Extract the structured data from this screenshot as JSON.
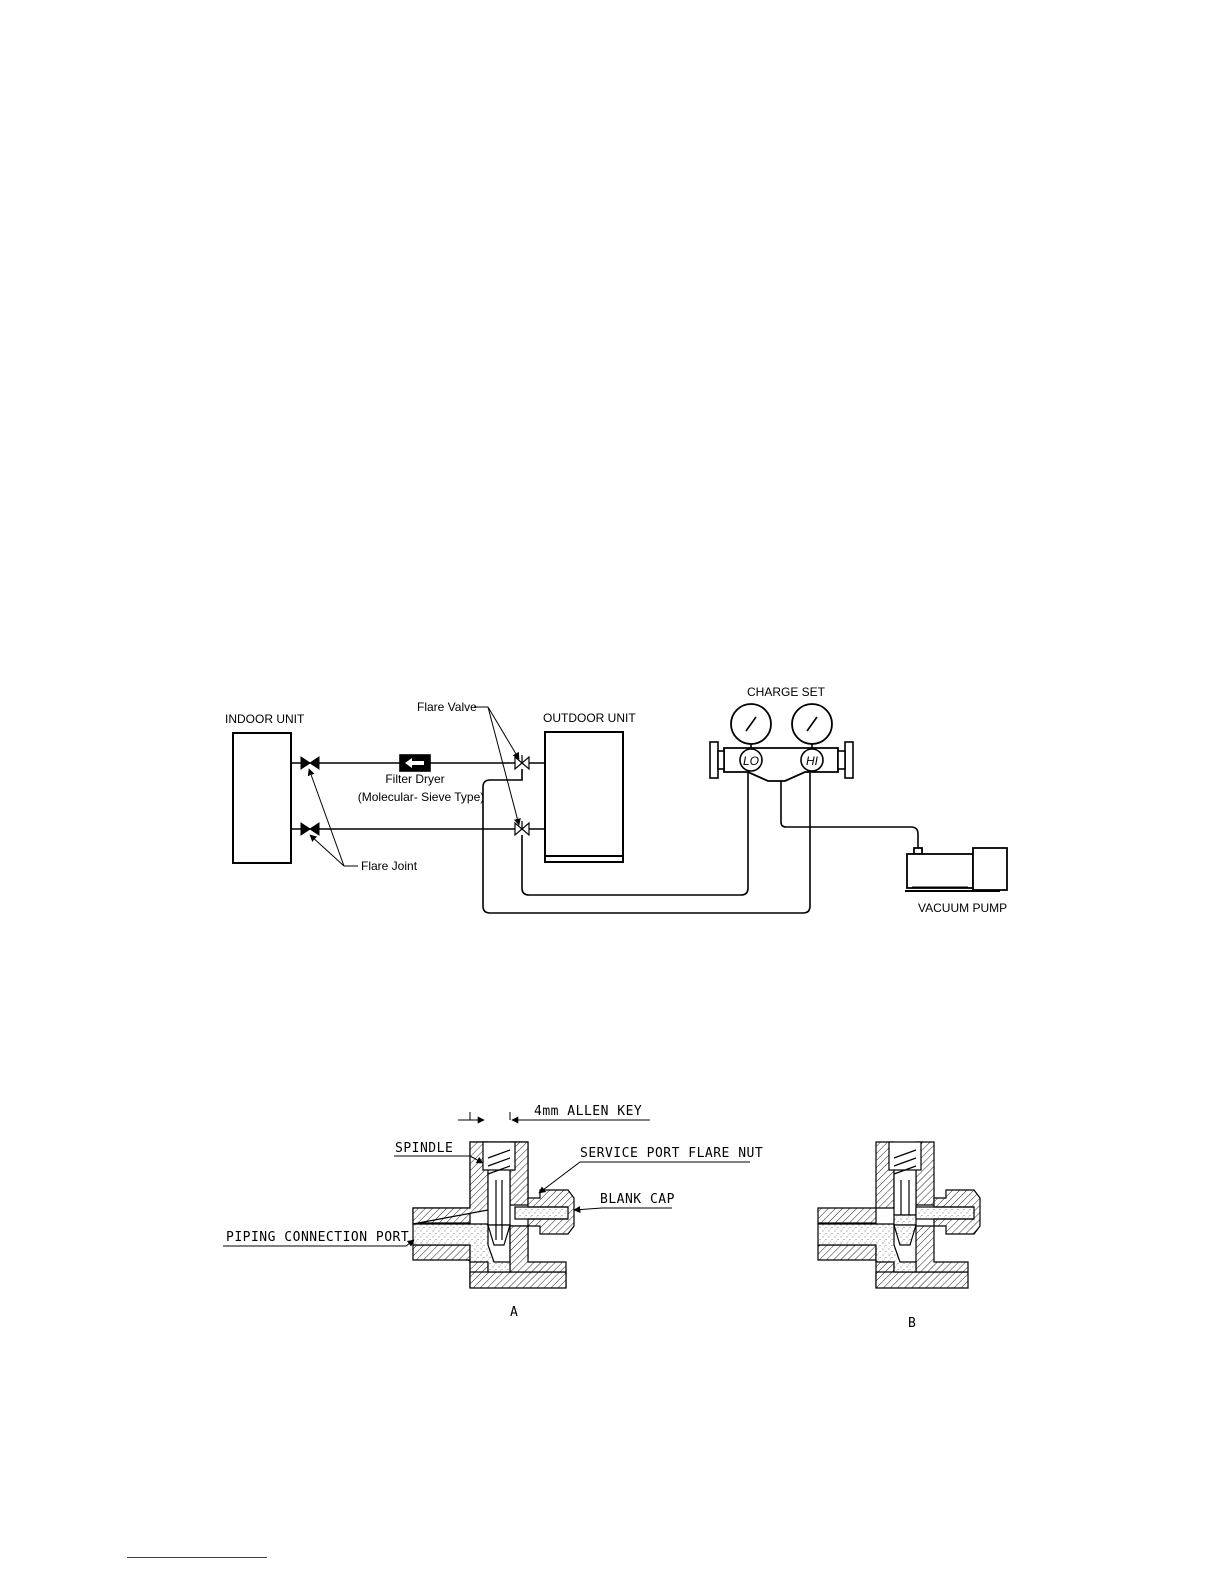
{
  "diagram1": {
    "indoor_unit": "INDOOR UNIT",
    "outdoor_unit": "OUTDOOR UNIT",
    "flare_valve": "Flare Valve",
    "flare_joint": "Flare Joint",
    "filter_dryer": "Filter Dryer",
    "filter_dryer_type": "(Molecular- Sieve Type)",
    "charge_set": "CHARGE SET",
    "lo": "LO",
    "hi": "HI",
    "vacuum_pump": "VACUUM PUMP"
  },
  "diagram2": {
    "allen_key": "4mm  ALLEN KEY",
    "spindle": "SPINDLE",
    "service_port": "SERVICE PORT FLARE NUT",
    "blank_cap": "BLANK CAP",
    "piping_port": "PIPING CONNECTION PORT",
    "label_a": "A",
    "label_b": "B"
  }
}
